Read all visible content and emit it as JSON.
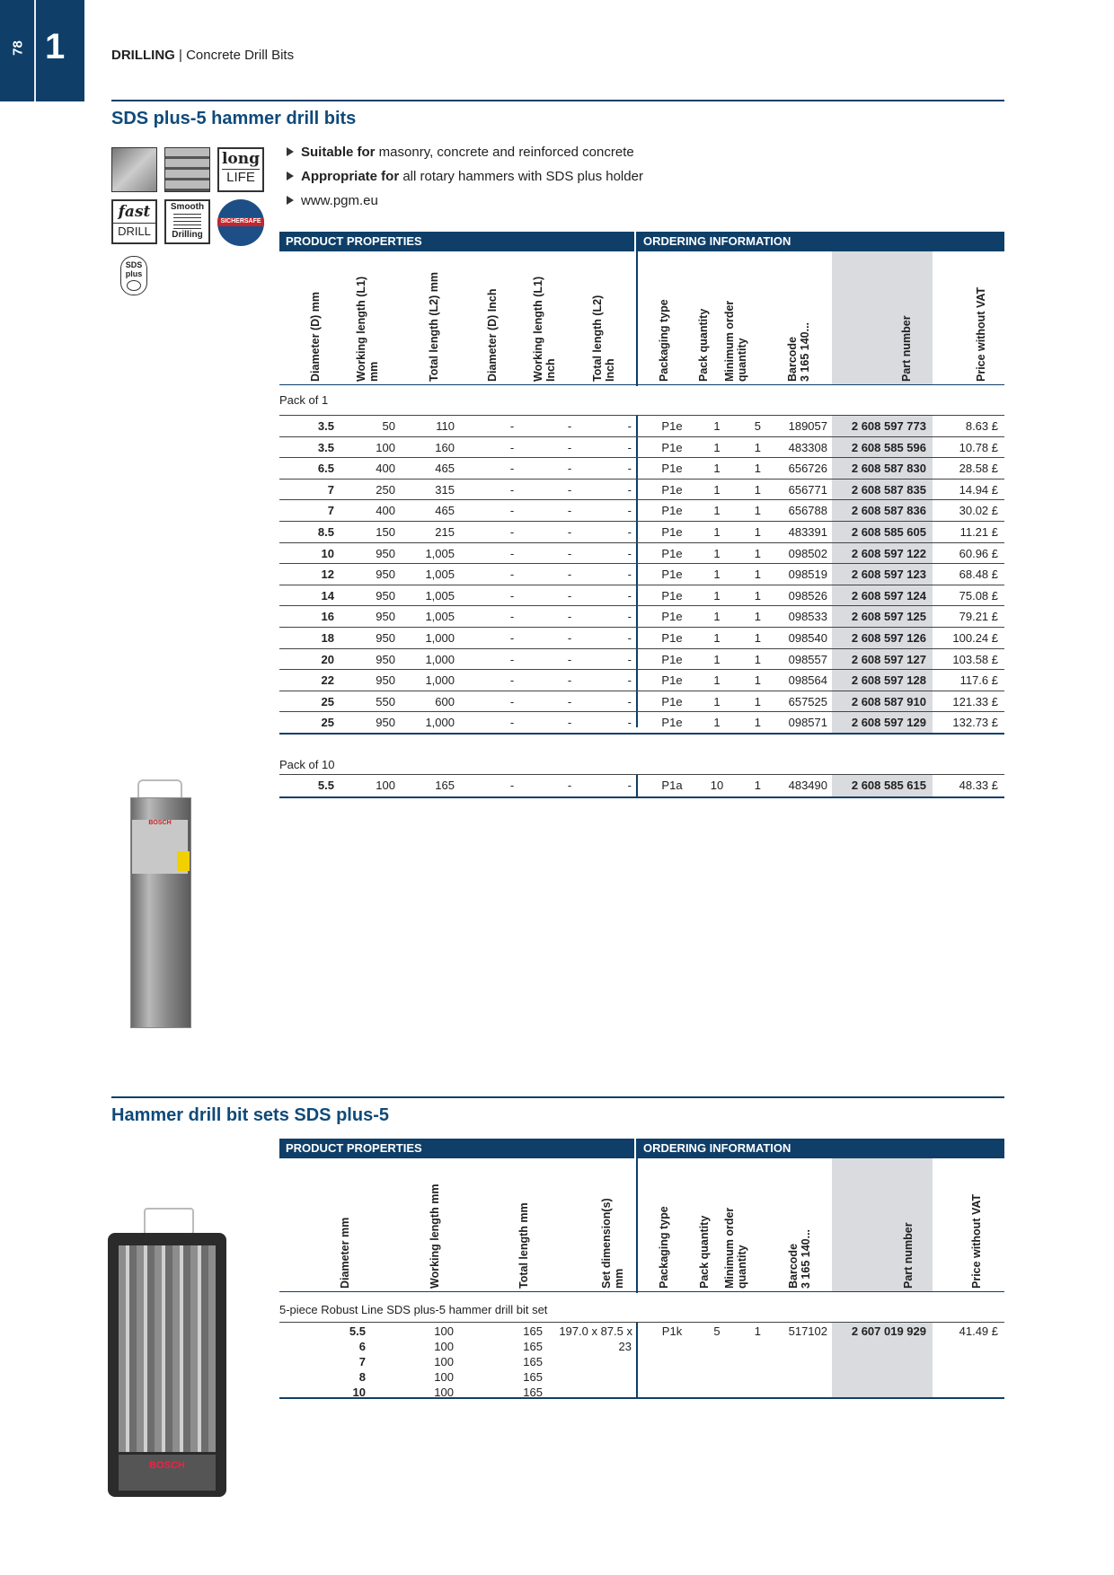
{
  "page": {
    "page_number": "78",
    "chapter": "1",
    "header_bold": "DRILLING",
    "header_sep": " | ",
    "header_rest": "Concrete Drill Bits"
  },
  "section1": {
    "title": "SDS plus-5 hammer drill bits",
    "icons": {
      "long_life_top": "long",
      "long_life_bottom": "LIFE",
      "fast_top": "fast",
      "fast_bottom": "DRILL",
      "smooth_top": "Smooth",
      "smooth_bottom": "Drilling",
      "sicher": "SICHERSAFE",
      "sds_top": "SDS",
      "sds_bottom": "plus"
    },
    "bullets": [
      {
        "bold": "Suitable for",
        "text": " masonry, concrete and reinforced concrete"
      },
      {
        "bold": "Appropriate for",
        "text": " all rotary hammers with SDS plus holder"
      },
      {
        "bold": "",
        "text": "www.pgm.eu"
      }
    ],
    "bar_left": "PRODUCT PROPERTIES",
    "bar_right": "ORDERING INFORMATION",
    "headers": [
      "Diameter (D) mm",
      "Working length (L1)|mm",
      "Total length (L2) mm",
      "Diameter (D) Inch",
      "Working length (L1)|Inch",
      "Total length (L2)|Inch",
      "Packaging type",
      "Pack quantity",
      "Minimum order|quantity",
      "Barcode|3 165 140...",
      "Part number",
      "Price without VAT"
    ],
    "group1_label": "Pack of 1",
    "rows1": [
      [
        "3.5",
        "50",
        "110",
        "-",
        "-",
        "-",
        "P1e",
        "1",
        "5",
        "189057",
        "2 608 597 773",
        "8.63 £"
      ],
      [
        "3.5",
        "100",
        "160",
        "-",
        "-",
        "-",
        "P1e",
        "1",
        "1",
        "483308",
        "2 608 585 596",
        "10.78 £"
      ],
      [
        "6.5",
        "400",
        "465",
        "-",
        "-",
        "-",
        "P1e",
        "1",
        "1",
        "656726",
        "2 608 587 830",
        "28.58 £"
      ],
      [
        "7",
        "250",
        "315",
        "-",
        "-",
        "-",
        "P1e",
        "1",
        "1",
        "656771",
        "2 608 587 835",
        "14.94 £"
      ],
      [
        "7",
        "400",
        "465",
        "-",
        "-",
        "-",
        "P1e",
        "1",
        "1",
        "656788",
        "2 608 587 836",
        "30.02 £"
      ],
      [
        "8.5",
        "150",
        "215",
        "-",
        "-",
        "-",
        "P1e",
        "1",
        "1",
        "483391",
        "2 608 585 605",
        "11.21 £"
      ],
      [
        "10",
        "950",
        "1,005",
        "-",
        "-",
        "-",
        "P1e",
        "1",
        "1",
        "098502",
        "2 608 597 122",
        "60.96 £"
      ],
      [
        "12",
        "950",
        "1,005",
        "-",
        "-",
        "-",
        "P1e",
        "1",
        "1",
        "098519",
        "2 608 597 123",
        "68.48 £"
      ],
      [
        "14",
        "950",
        "1,005",
        "-",
        "-",
        "-",
        "P1e",
        "1",
        "1",
        "098526",
        "2 608 597 124",
        "75.08 £"
      ],
      [
        "16",
        "950",
        "1,005",
        "-",
        "-",
        "-",
        "P1e",
        "1",
        "1",
        "098533",
        "2 608 597 125",
        "79.21 £"
      ],
      [
        "18",
        "950",
        "1,000",
        "-",
        "-",
        "-",
        "P1e",
        "1",
        "1",
        "098540",
        "2 608 597 126",
        "100.24 £"
      ],
      [
        "20",
        "950",
        "1,000",
        "-",
        "-",
        "-",
        "P1e",
        "1",
        "1",
        "098557",
        "2 608 597 127",
        "103.58 £"
      ],
      [
        "22",
        "950",
        "1,000",
        "-",
        "-",
        "-",
        "P1e",
        "1",
        "1",
        "098564",
        "2 608 597 128",
        "117.6 £"
      ],
      [
        "25",
        "550",
        "600",
        "-",
        "-",
        "-",
        "P1e",
        "1",
        "1",
        "657525",
        "2 608 587 910",
        "121.33 £"
      ],
      [
        "25",
        "950",
        "1,000",
        "-",
        "-",
        "-",
        "P1e",
        "1",
        "1",
        "098571",
        "2 608 597 129",
        "132.73 £"
      ]
    ],
    "group2_label": "Pack of 10",
    "rows2": [
      [
        "5.5",
        "100",
        "165",
        "-",
        "-",
        "-",
        "P1a",
        "10",
        "1",
        "483490",
        "2 608 585 615",
        "48.33 £"
      ]
    ]
  },
  "section2": {
    "title": "Hammer drill bit sets SDS plus-5",
    "bar_left": "PRODUCT PROPERTIES",
    "bar_right": "ORDERING INFORMATION",
    "headers": [
      "Diameter mm",
      "Working length mm",
      "Total length mm",
      "Set dimension(s)|mm",
      "Packaging type",
      "Pack quantity",
      "Minimum order|quantity",
      "Barcode|3 165 140...",
      "Part number",
      "Price without VAT"
    ],
    "group_label": "5-piece Robust Line SDS plus-5 hammer drill bit set",
    "diameters": [
      "5.5",
      "6",
      "7",
      "8",
      "10"
    ],
    "working": [
      "100",
      "100",
      "100",
      "100",
      "100"
    ],
    "total": [
      "165",
      "165",
      "165",
      "165",
      "165"
    ],
    "set_dim_line1": "197.0 x 87.5 x",
    "set_dim_line2": "23",
    "packaging": "P1k",
    "pack_qty": "5",
    "min_order": "1",
    "barcode": "517102",
    "part_number": "2 607 019 929",
    "price": "41.49 £"
  },
  "images": {
    "pack_brand": "BOSCH"
  },
  "colors": {
    "brand_blue": "#0f3f68",
    "title_blue": "#0f4a7a",
    "grey_column": "#d9dbde"
  }
}
